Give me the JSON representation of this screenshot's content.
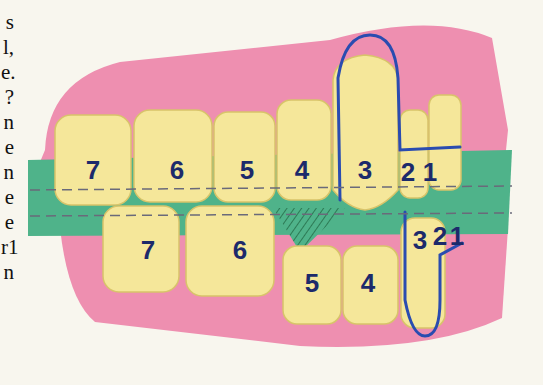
{
  "diagram": {
    "labels": [
      "s",
      "l,",
      "e.",
      "?",
      "n",
      "e",
      "n",
      "e",
      "e",
      "r1",
      "n",
      "7",
      "6",
      "5",
      "4",
      "3",
      "2",
      "1",
      "7",
      "6",
      "5",
      "4",
      "3",
      "2",
      "1"
    ]
  }
}
